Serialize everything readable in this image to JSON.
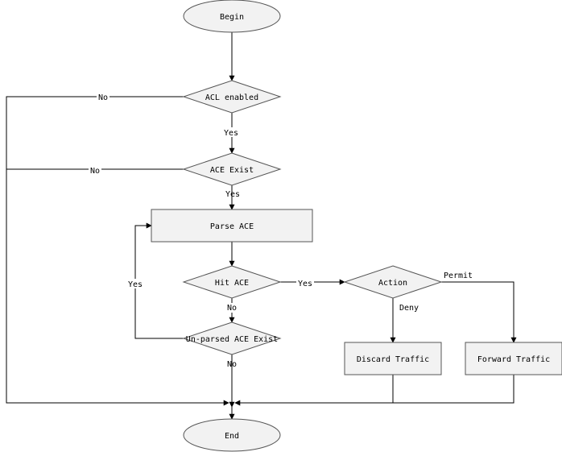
{
  "nodes": {
    "begin": "Begin",
    "acl_enabled": "ACL enabled",
    "ace_exist": "ACE Exist",
    "parse_ace": "Parse ACE",
    "hit_ace": "Hit ACE",
    "unparsed_ace_exist": "Un-parsed ACE Exist",
    "action": "Action",
    "discard_traffic": "Discard Traffic",
    "forward_traffic": "Forward Traffic",
    "end": "End"
  },
  "edges": {
    "acl_enabled_yes": "Yes",
    "acl_enabled_no": "No",
    "ace_exist_yes": "Yes",
    "ace_exist_no": "No",
    "hit_ace_yes": "Yes",
    "hit_ace_no": "No",
    "unparsed_yes": "Yes",
    "unparsed_no": "No",
    "action_permit": "Permit",
    "action_deny": "Deny"
  },
  "colors": {
    "node_fill": "#f2f2f2",
    "node_stroke": "#555555",
    "edge": "#000000"
  }
}
